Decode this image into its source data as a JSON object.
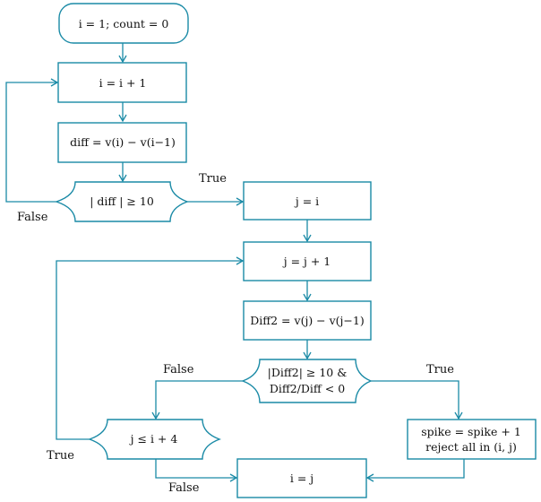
{
  "nodes": {
    "start": "i = 1; count = 0",
    "increment_i": "i = i + 1",
    "compute_diff": "diff = v(i) − v(i−1)",
    "check_diff": "| diff | ≥ 10",
    "assign_j": "j = i",
    "increment_j": "j = j + 1",
    "compute_diff2": "Diff2 = v(j) − v(j−1)",
    "check_diff2_line1": "|Diff2| ≥ 10 &",
    "check_diff2_line2": "Diff2/Diff < 0",
    "check_j": "j ≤ i + 4",
    "spike_line1": "spike = spike + 1",
    "spike_line2": "reject all in (i, j)",
    "assign_i": "i = j"
  },
  "edge_labels": {
    "check_diff_true": "True",
    "check_diff_false": "False",
    "check_diff2_false": "False",
    "check_diff2_true": "True",
    "check_j_true": "True",
    "check_j_false": "False"
  },
  "colors": {
    "stroke": "#1a8aa6",
    "text": "#111111",
    "background": "#ffffff"
  }
}
